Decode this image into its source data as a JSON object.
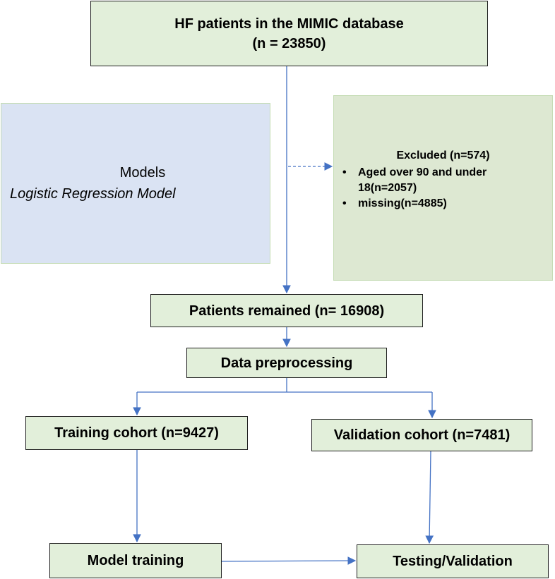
{
  "boxes": {
    "hf_title": "HF patients in the MIMIC database",
    "hf_count": "(n = 23850)",
    "models_title": "Models",
    "models_sub": "Logistic Regression Model",
    "excluded_title": "Excluded (n=574)",
    "excluded_items": [
      "Aged over 90 and under 18(n=2057)",
      "missing(n=4885)"
    ],
    "remained": "Patients remained (n= 16908)",
    "preprocessing": "Data preprocessing",
    "training_cohort": "Training cohort (n=9427)",
    "validation_cohort": "Validation cohort (n=7481)",
    "model_training": "Model training",
    "testing": "Testing/Validation"
  },
  "colors": {
    "box_fill": "#e2efda",
    "models_fill": "#dae3f3",
    "arrow": "#4472c4"
  },
  "icons": {
    "list_bullet": "•"
  }
}
